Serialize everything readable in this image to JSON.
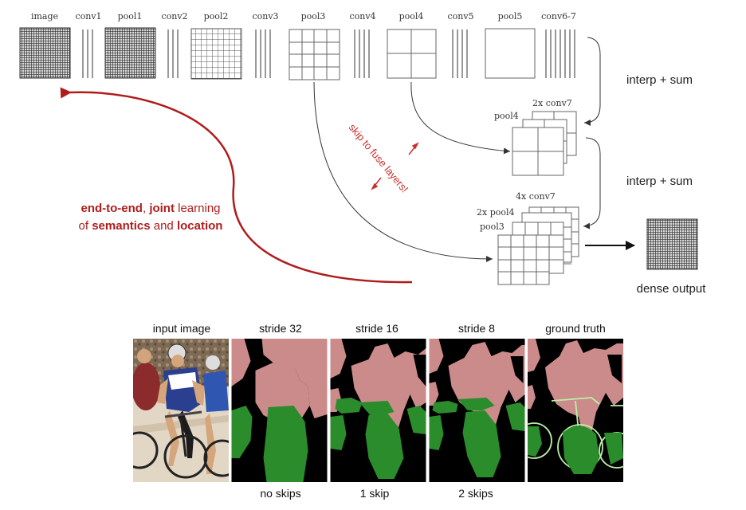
{
  "colors": {
    "ink": "#333333",
    "accent_red": "#b01c1c",
    "seg_person": "#cc8b8b",
    "seg_bike": "#2b8c2b",
    "seg_background": "#000000",
    "seg_bike_outline": "#b9f0a8"
  },
  "network": {
    "layers": [
      "image",
      "conv1",
      "pool1",
      "conv2",
      "pool2",
      "conv3",
      "pool3",
      "conv4",
      "pool4",
      "conv5",
      "pool5",
      "conv6-7"
    ],
    "fuse_1": {
      "top": "2x conv7",
      "side": "pool4"
    },
    "fuse_2": {
      "top": "4x conv7",
      "side_a": "2x pool4",
      "side_b": "pool3"
    },
    "interp_sum_1": "interp + sum",
    "interp_sum_2": "interp + sum",
    "skip_label": "skip to fuse layers!",
    "dense_output": "dense output"
  },
  "learning_label": {
    "line1_bold_a": "end-to-end",
    "line1_plain_a": ", ",
    "line1_bold_b": "joint",
    "line1_plain_b": " learning",
    "line2_plain_a": "of ",
    "line2_bold_a": "semantics",
    "line2_plain_b": " and ",
    "line2_bold_b": "location"
  },
  "results": {
    "panels": [
      {
        "title": "input image",
        "caption": ""
      },
      {
        "title": "stride 32",
        "caption": "no skips"
      },
      {
        "title": "stride 16",
        "caption": "1 skip"
      },
      {
        "title": "stride 8",
        "caption": "2 skips"
      },
      {
        "title": "ground truth",
        "caption": ""
      }
    ]
  },
  "icons": [
    "up-arrow-icon",
    "down-arrow-icon",
    "right-arrow-icon"
  ]
}
